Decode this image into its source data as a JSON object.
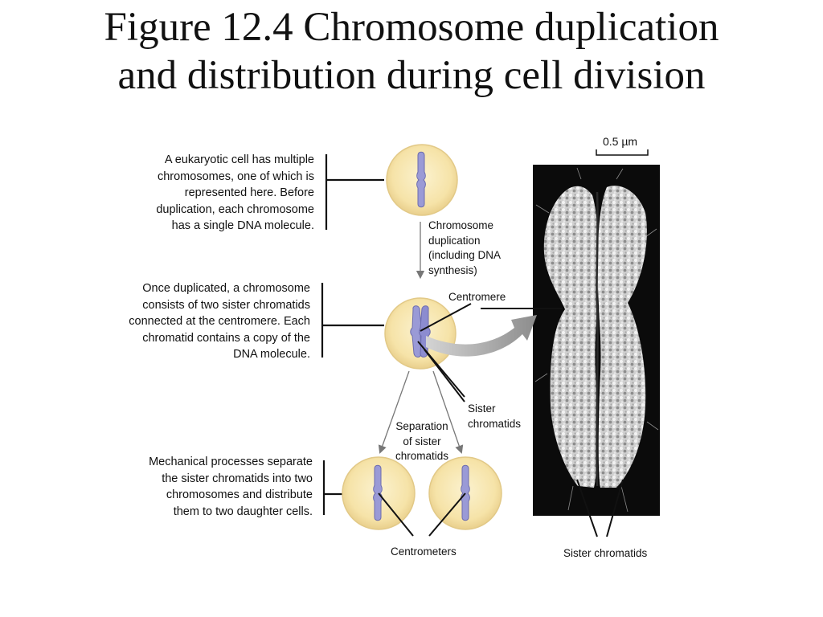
{
  "title": {
    "line1": "Figure 12.4 Chromosome duplication",
    "line2": "and distribution during cell division"
  },
  "descriptions": {
    "step1": [
      "A eukaryotic cell has multiple",
      "chromosomes, one of which is",
      "represented here. Before",
      "duplication, each chromosome",
      "has a single DNA molecule."
    ],
    "step2": [
      "Once duplicated, a chromosome",
      "consists of two sister chromatids",
      "connected at the centromere. Each",
      "chromatid contains a copy of the",
      "DNA molecule."
    ],
    "step3": [
      "Mechanical processes separate",
      "the sister chromatids into two",
      "chromosomes and distribute",
      "them to two daughter cells."
    ]
  },
  "labels": {
    "duplication": [
      "Chromosome",
      "duplication",
      "(including DNA",
      "synthesis)"
    ],
    "centromere": "Centromere",
    "sister_chromatids": [
      "Sister",
      "chromatids"
    ],
    "separation": [
      "Separation",
      "of sister",
      "chromatids"
    ],
    "centrometers": "Centrometers",
    "sister_chromatids_photo": "Sister chromatids",
    "scale_bar": "0.5 µm"
  },
  "colors": {
    "cell_fill": "#f7e7b0",
    "cell_edge": "#e2c987",
    "chromosome": "#9a9ad6",
    "chromosome_edge": "#6c6cae",
    "arrow_gray": "#a8a8a8",
    "micrograph_bg": "#0b0b0b"
  }
}
